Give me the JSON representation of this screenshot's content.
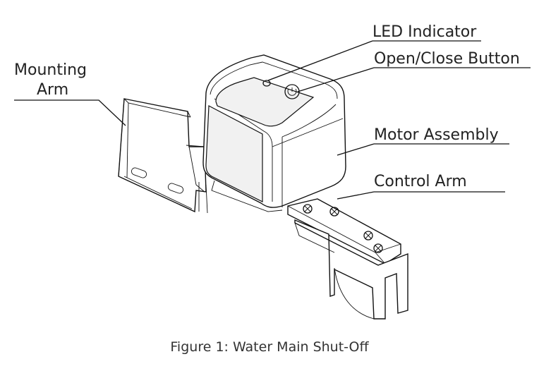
{
  "labels": {
    "mounting_arm_line1": "Mounting",
    "mounting_arm_line2": "Arm",
    "led_indicator": "LED Indicator",
    "open_close_button": "Open/Close Button",
    "motor_assembly": "Motor Assembly",
    "control_arm": "Control Arm"
  },
  "caption": "Figure 1: Water Main Shut-Off",
  "colors": {
    "line": "#111111",
    "text": "#222222",
    "background": "#ffffff"
  }
}
